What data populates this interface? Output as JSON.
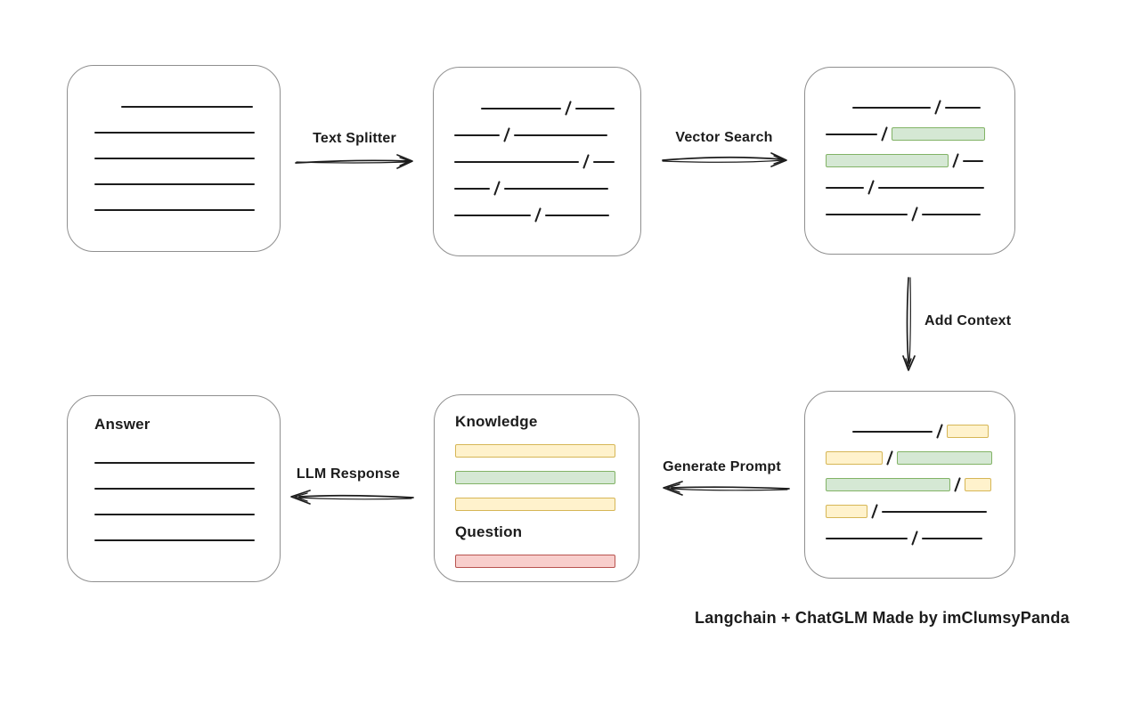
{
  "caption": "Langchain + ChatGLM Made by imClumsyPanda",
  "colors": {
    "line": "#1c1c1c",
    "box_border": "#8f8f8f",
    "green_fill": "#d5e8d4",
    "green_border": "#82b366",
    "yellow_fill": "#fff2cc",
    "yellow_border": "#d6b656",
    "red_fill": "#f8cecc",
    "red_border": "#b85450"
  },
  "arrows": {
    "text_splitter": {
      "label": "Text Splitter",
      "direction": "right"
    },
    "vector_search": {
      "label": "Vector Search",
      "direction": "right"
    },
    "add_context": {
      "label": "Add Context",
      "direction": "down"
    },
    "generate_prompt": {
      "label": "Generate Prompt",
      "direction": "left"
    },
    "llm_response": {
      "label": "LLM Response",
      "direction": "left"
    }
  },
  "boxes": {
    "document": {
      "rows": [
        {
          "indent": 30,
          "segments": [
            {
              "t": "line",
              "w": 148
            }
          ]
        },
        {
          "segments": [
            {
              "t": "line",
              "w": 180
            }
          ]
        },
        {
          "segments": [
            {
              "t": "line",
              "w": 180
            }
          ]
        },
        {
          "segments": [
            {
              "t": "line",
              "w": 180
            }
          ]
        },
        {
          "segments": [
            {
              "t": "line",
              "w": 180
            }
          ]
        }
      ]
    },
    "chunks": {
      "rows": [
        {
          "indent": 30,
          "segments": [
            {
              "t": "line",
              "w": 90
            },
            {
              "t": "slash"
            },
            {
              "t": "line",
              "w": 44
            }
          ]
        },
        {
          "segments": [
            {
              "t": "line",
              "w": 51
            },
            {
              "t": "slash"
            },
            {
              "t": "line",
              "w": 105
            }
          ]
        },
        {
          "segments": [
            {
              "t": "line",
              "w": 140
            },
            {
              "t": "slash"
            },
            {
              "t": "line",
              "w": 24
            }
          ]
        },
        {
          "segments": [
            {
              "t": "line",
              "w": 40
            },
            {
              "t": "slash"
            },
            {
              "t": "line",
              "w": 117
            }
          ]
        },
        {
          "segments": [
            {
              "t": "line",
              "w": 86
            },
            {
              "t": "slash"
            },
            {
              "t": "line",
              "w": 72
            }
          ]
        }
      ]
    },
    "vector_matches": {
      "rows": [
        {
          "indent": 30,
          "segments": [
            {
              "t": "line",
              "w": 88
            },
            {
              "t": "slash"
            },
            {
              "t": "line",
              "w": 40
            }
          ]
        },
        {
          "segments": [
            {
              "t": "line",
              "w": 58
            },
            {
              "t": "slash"
            },
            {
              "t": "chip",
              "c": "green",
              "w": 105
            }
          ]
        },
        {
          "segments": [
            {
              "t": "chip",
              "c": "green",
              "w": 138
            },
            {
              "t": "slash"
            },
            {
              "t": "line",
              "w": 23
            }
          ]
        },
        {
          "segments": [
            {
              "t": "line",
              "w": 43
            },
            {
              "t": "slash"
            },
            {
              "t": "line",
              "w": 119
            }
          ]
        },
        {
          "segments": [
            {
              "t": "line",
              "w": 92
            },
            {
              "t": "slash"
            },
            {
              "t": "line",
              "w": 66
            }
          ]
        }
      ]
    },
    "context_chunks": {
      "rows": [
        {
          "indent": 30,
          "segments": [
            {
              "t": "line",
              "w": 90
            },
            {
              "t": "slash"
            },
            {
              "t": "chip",
              "c": "yellow",
              "w": 47
            }
          ]
        },
        {
          "segments": [
            {
              "t": "chip",
              "c": "yellow",
              "w": 64
            },
            {
              "t": "slash"
            },
            {
              "t": "chip",
              "c": "green",
              "w": 107
            }
          ]
        },
        {
          "segments": [
            {
              "t": "chip",
              "c": "green",
              "w": 140
            },
            {
              "t": "slash"
            },
            {
              "t": "chip",
              "c": "yellow",
              "w": 30
            }
          ]
        },
        {
          "segments": [
            {
              "t": "chip",
              "c": "yellow",
              "w": 47
            },
            {
              "t": "slash"
            },
            {
              "t": "line",
              "w": 118
            }
          ]
        },
        {
          "segments": [
            {
              "t": "line",
              "w": 92
            },
            {
              "t": "slash"
            },
            {
              "t": "line",
              "w": 68
            }
          ]
        }
      ]
    },
    "prompt": {
      "rows": [
        {
          "segments": [
            {
              "t": "text",
              "v": "Knowledge"
            }
          ]
        },
        {
          "segments": [
            {
              "t": "chip",
              "c": "yellow",
              "w": 180
            }
          ]
        },
        {
          "segments": [
            {
              "t": "chip",
              "c": "green",
              "w": 180
            }
          ]
        },
        {
          "segments": [
            {
              "t": "chip",
              "c": "yellow",
              "w": 180
            }
          ]
        },
        {
          "segments": [
            {
              "t": "text",
              "v": "Question"
            }
          ]
        },
        {
          "segments": [
            {
              "t": "chip",
              "c": "red",
              "w": 180
            }
          ]
        }
      ]
    },
    "answer": {
      "rows": [
        {
          "segments": [
            {
              "t": "text",
              "v": "Answer"
            }
          ]
        },
        {
          "segments": [
            {
              "t": "line",
              "w": 180
            }
          ]
        },
        {
          "segments": [
            {
              "t": "line",
              "w": 180
            }
          ]
        },
        {
          "segments": [
            {
              "t": "line",
              "w": 180
            }
          ]
        },
        {
          "segments": [
            {
              "t": "line",
              "w": 180
            }
          ]
        }
      ]
    }
  }
}
